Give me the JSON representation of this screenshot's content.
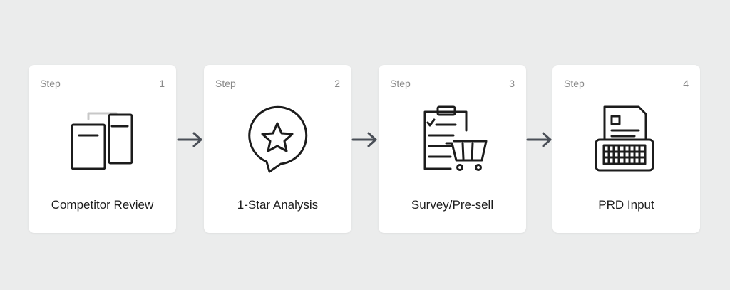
{
  "step_word": "Step",
  "steps": [
    {
      "number": "1",
      "label": "Competitor Review",
      "icon": "documents-icon"
    },
    {
      "number": "2",
      "label": "1-Star Analysis",
      "icon": "star-bubble-icon"
    },
    {
      "number": "3",
      "label": "Survey/Pre-sell",
      "icon": "clipboard-cart-icon"
    },
    {
      "number": "4",
      "label": "PRD Input",
      "icon": "typewriter-icon"
    }
  ],
  "colors": {
    "background": "#ebecec",
    "card": "#ffffff",
    "icon_stroke": "#1c1c1c",
    "arrow": "#4a4f57",
    "muted_text": "#8a8a8a"
  }
}
